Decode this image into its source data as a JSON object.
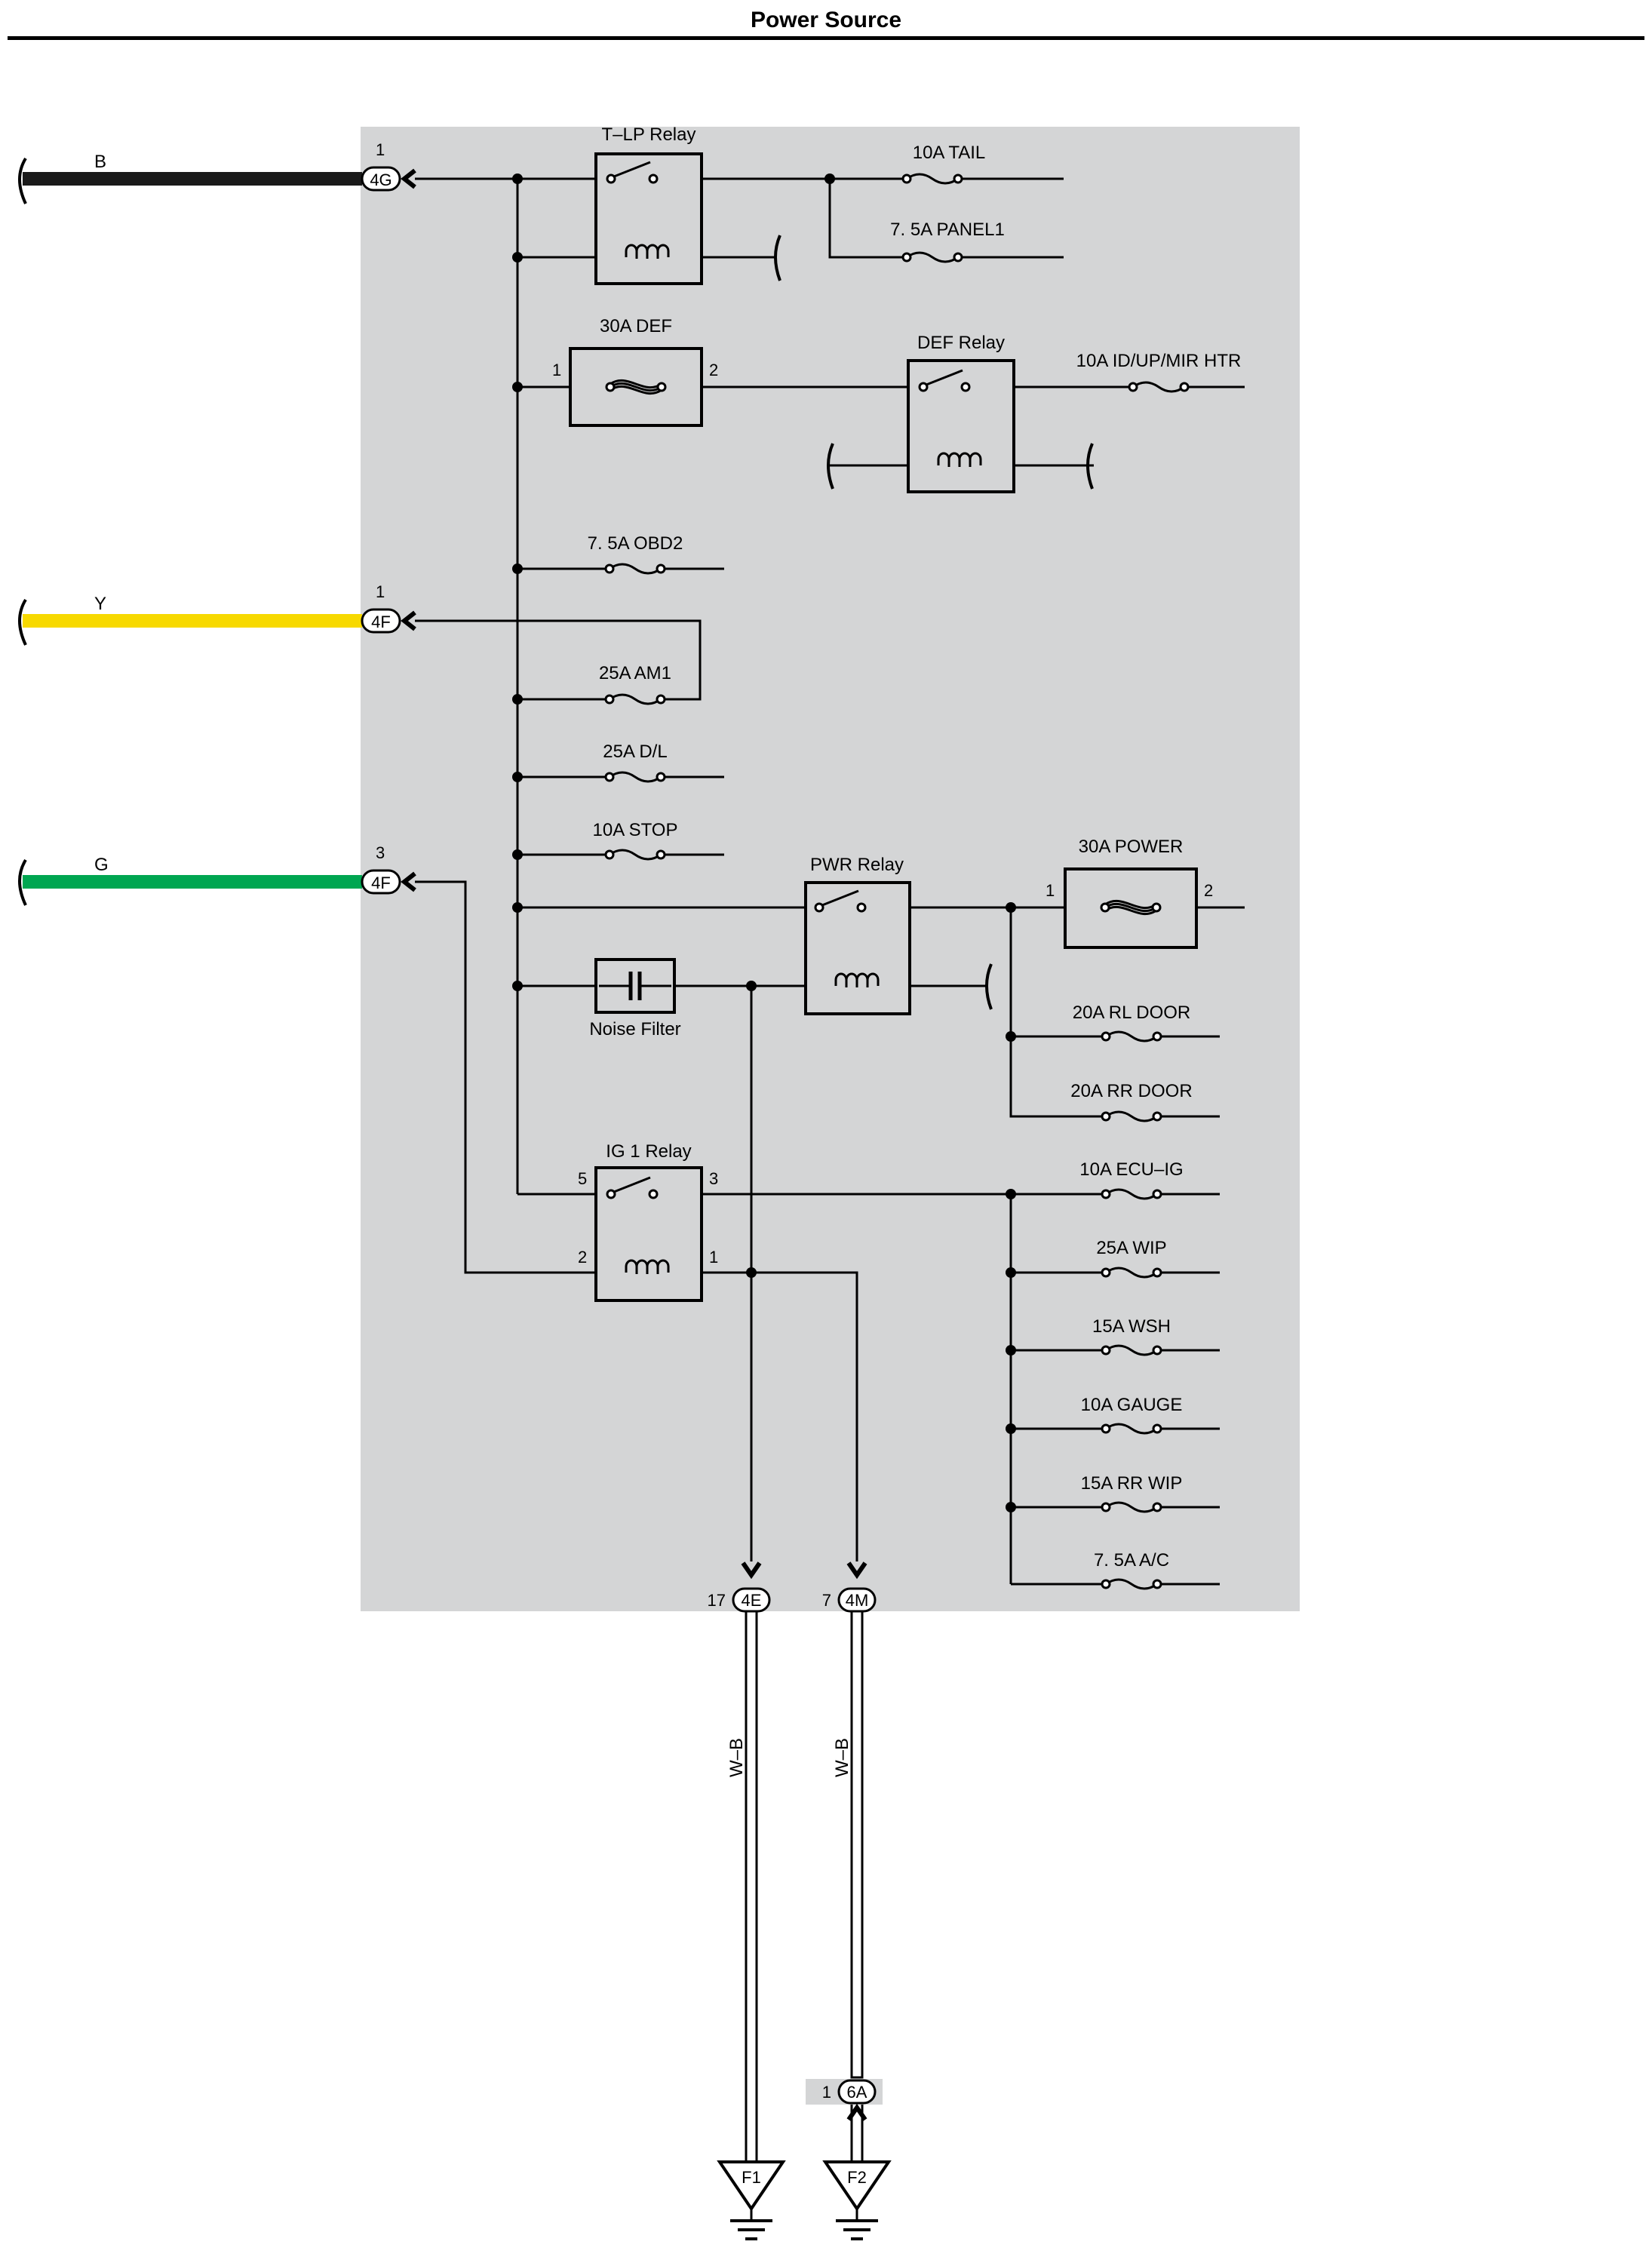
{
  "title": "Power Source",
  "colors": {
    "box_gray": "#d4d5d6",
    "wire_black": "#1a1a1a",
    "wire_yellow": "#f7d900",
    "wire_green": "#00a651"
  },
  "inputs": [
    {
      "wire_color_label": "B",
      "pin": "1",
      "connector": "4G"
    },
    {
      "wire_color_label": "Y",
      "pin": "1",
      "connector": "4F"
    },
    {
      "wire_color_label": "G",
      "pin": "3",
      "connector": "4F"
    }
  ],
  "relays": {
    "tlp": "T–LP Relay",
    "def": "DEF Relay",
    "pwr": "PWR Relay",
    "ig1": "IG 1 Relay",
    "ig1_pins": {
      "p5": "5",
      "p3": "3",
      "p2": "2",
      "p1": "1"
    }
  },
  "fusible_links": {
    "def": {
      "label": "30A DEF",
      "pin_in": "1",
      "pin_out": "2"
    },
    "power": {
      "label": "30A POWER",
      "pin_in": "1",
      "pin_out": "2"
    }
  },
  "fuses": {
    "tail": "10A TAIL",
    "panel1": "7. 5A PANEL1",
    "idupmir": "10A ID/UP/MIR HTR",
    "obd2": "7. 5A OBD2",
    "am1": "25A AM1",
    "dl": "25A D/L",
    "stop": "10A STOP",
    "rldoor": "20A RL DOOR",
    "rrdoor": "20A RR DOOR",
    "ecuig": "10A ECU–IG",
    "wip": "25A WIP",
    "wsh": "15A WSH",
    "gauge": "10A GAUGE",
    "rrwip": "15A RR WIP",
    "ac": "7. 5A A/C"
  },
  "noise_filter": "Noise Filter",
  "outputs": [
    {
      "pin": "17",
      "connector": "4E",
      "wire": "W–B",
      "ground": "F1"
    },
    {
      "pin": "7",
      "connector": "4M",
      "wire": "W–B",
      "ground": "F2"
    }
  ],
  "junction": {
    "pin": "1",
    "connector": "6A"
  }
}
